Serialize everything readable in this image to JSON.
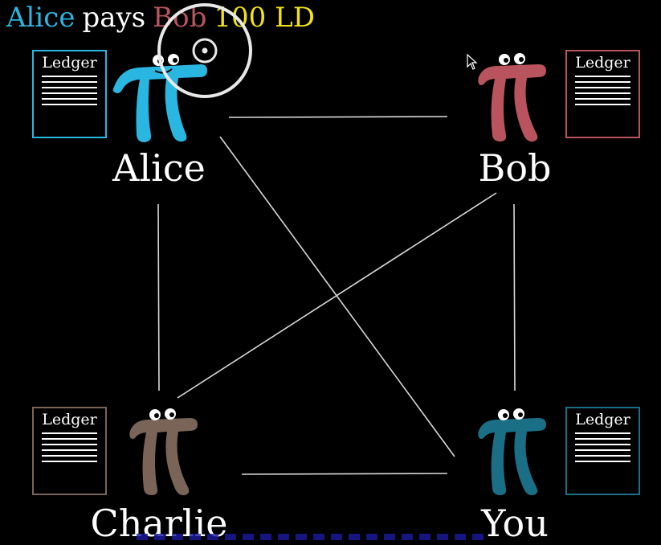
{
  "headline": {
    "from": "Alice",
    "verb": "pays",
    "to": "Bob",
    "amount": "100 LD"
  },
  "colors": {
    "alice": "#29b6e0",
    "bob": "#b9545e",
    "charlie": "#7a6458",
    "you": "#1a6f87",
    "amount": "#f2e312",
    "edge": "#d9d9d9"
  },
  "people": {
    "alice": {
      "name": "Alice",
      "ledger_title": "Ledger"
    },
    "bob": {
      "name": "Bob",
      "ledger_title": "Ledger"
    },
    "charlie": {
      "name": "Charlie",
      "ledger_title": "Ledger"
    },
    "you": {
      "name": "You",
      "ledger_title": "Ledger"
    }
  },
  "icons": {
    "character": "pi-creature-icon",
    "cursor": "mouse-cursor-icon",
    "focus": "focus-ring-icon"
  }
}
